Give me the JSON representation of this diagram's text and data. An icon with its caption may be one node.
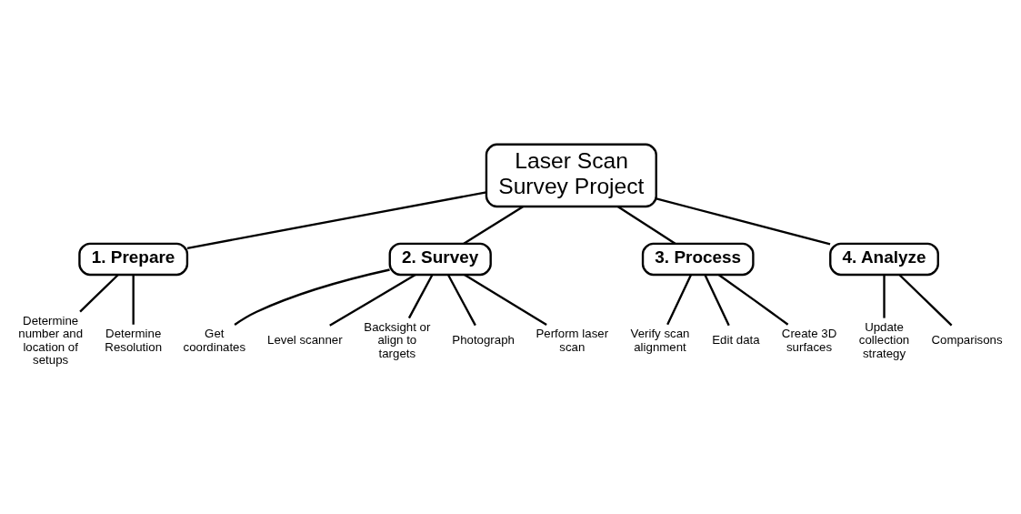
{
  "diagram": {
    "nodes": [
      {
        "text": [
          "Laser Scan Survey Project"
        ]
      },
      {
        "text": [
          "1. Prepare"
        ]
      },
      {
        "text": [
          "2. Survey"
        ]
      },
      {
        "text": [
          "3. Process"
        ]
      },
      {
        "text": [
          "4. Analyze"
        ]
      },
      {
        "text": [
          "Determine number and location of setups"
        ]
      },
      {
        "text": [
          "Determine Resolution"
        ]
      },
      {
        "text": [
          "Get coordinates"
        ]
      },
      {
        "text": [
          "Level scanner"
        ]
      },
      {
        "text": [
          "Backsight or align to targets"
        ]
      },
      {
        "text": [
          "Photograph"
        ]
      },
      {
        "text": [
          "Perform laser scan"
        ]
      },
      {
        "text": [
          "Verify scan alignment"
        ]
      },
      {
        "text": [
          "Edit data"
        ]
      },
      {
        "text": [
          "Create 3D surfaces"
        ]
      },
      {
        "text": [
          "Update collection strategy"
        ]
      },
      {
        "text": [
          "Comparisons"
        ]
      }
    ],
    "edges": [
      {
        "from": 0,
        "to": 1,
        "arrow": "none"
      },
      {
        "from": 0,
        "to": 2,
        "arrow": "none"
      },
      {
        "from": 0,
        "to": 3,
        "arrow": "none"
      },
      {
        "from": 0,
        "to": 4,
        "arrow": "none"
      },
      {
        "from": 1,
        "to": 5,
        "arrow": "none"
      },
      {
        "from": 1,
        "to": 6,
        "arrow": "none"
      },
      {
        "from": 2,
        "to": 7,
        "arrow": "none"
      },
      {
        "from": 2,
        "to": 8,
        "arrow": "none"
      },
      {
        "from": 2,
        "to": 9,
        "arrow": "none"
      },
      {
        "from": 2,
        "to": 10,
        "arrow": "none"
      },
      {
        "from": 2,
        "to": 11,
        "arrow": "none"
      },
      {
        "from": 3,
        "to": 12,
        "arrow": "none"
      },
      {
        "from": 3,
        "to": 13,
        "arrow": "none"
      },
      {
        "from": 3,
        "to": 14,
        "arrow": "none"
      },
      {
        "from": 4,
        "to": 15,
        "arrow": "none"
      },
      {
        "from": 4,
        "to": 16,
        "arrow": "none"
      }
    ]
  }
}
